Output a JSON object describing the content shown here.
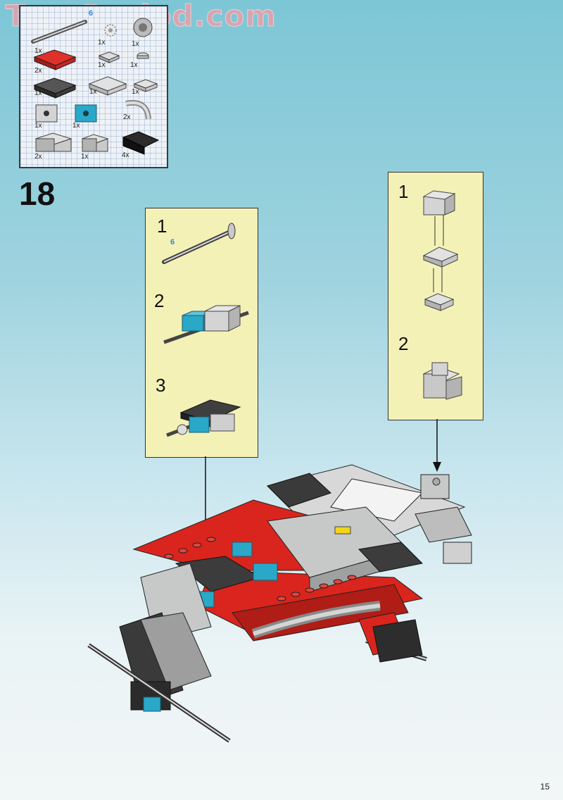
{
  "watermark": "ToysPeriod.com",
  "step_number": "18",
  "page_number": "15",
  "parts_list": {
    "axle_length_label": "6",
    "items": [
      {
        "part": "axle",
        "quantity": "1x"
      },
      {
        "part": "gear-small",
        "quantity": "1x"
      },
      {
        "part": "gear-round",
        "quantity": "1x"
      },
      {
        "part": "red-plate-2x3",
        "quantity": "2x"
      },
      {
        "part": "light-gray-tile-1x2",
        "quantity": "1x"
      },
      {
        "part": "light-gray-plate-round-1x1",
        "quantity": "1x"
      },
      {
        "part": "dark-gray-plate-2x3",
        "quantity": "1x"
      },
      {
        "part": "light-gray-plate-2x3",
        "quantity": "1x"
      },
      {
        "part": "light-gray-plate-1x2",
        "quantity": "1x"
      },
      {
        "part": "light-gray-technic-brick",
        "quantity": "1x"
      },
      {
        "part": "blue-technic-brick",
        "quantity": "1x"
      },
      {
        "part": "hose-elbow",
        "quantity": "2x"
      },
      {
        "part": "light-gray-brick-2x2",
        "quantity": "2x"
      },
      {
        "part": "light-gray-brick-1x2",
        "quantity": "1x"
      },
      {
        "part": "black-slope",
        "quantity": "4x"
      }
    ]
  },
  "left_subassembly": {
    "steps": [
      "1",
      "2",
      "3"
    ],
    "axle_length_label": "6"
  },
  "right_subassembly": {
    "steps": [
      "1",
      "2"
    ]
  },
  "colors": {
    "red": "#d9251d",
    "dark_gray": "#3c3c3c",
    "light_gray": "#c7c9c9",
    "blue": "#2aa8c8",
    "black": "#1c1c1c",
    "panel_yellow": "#f4f1b7"
  }
}
